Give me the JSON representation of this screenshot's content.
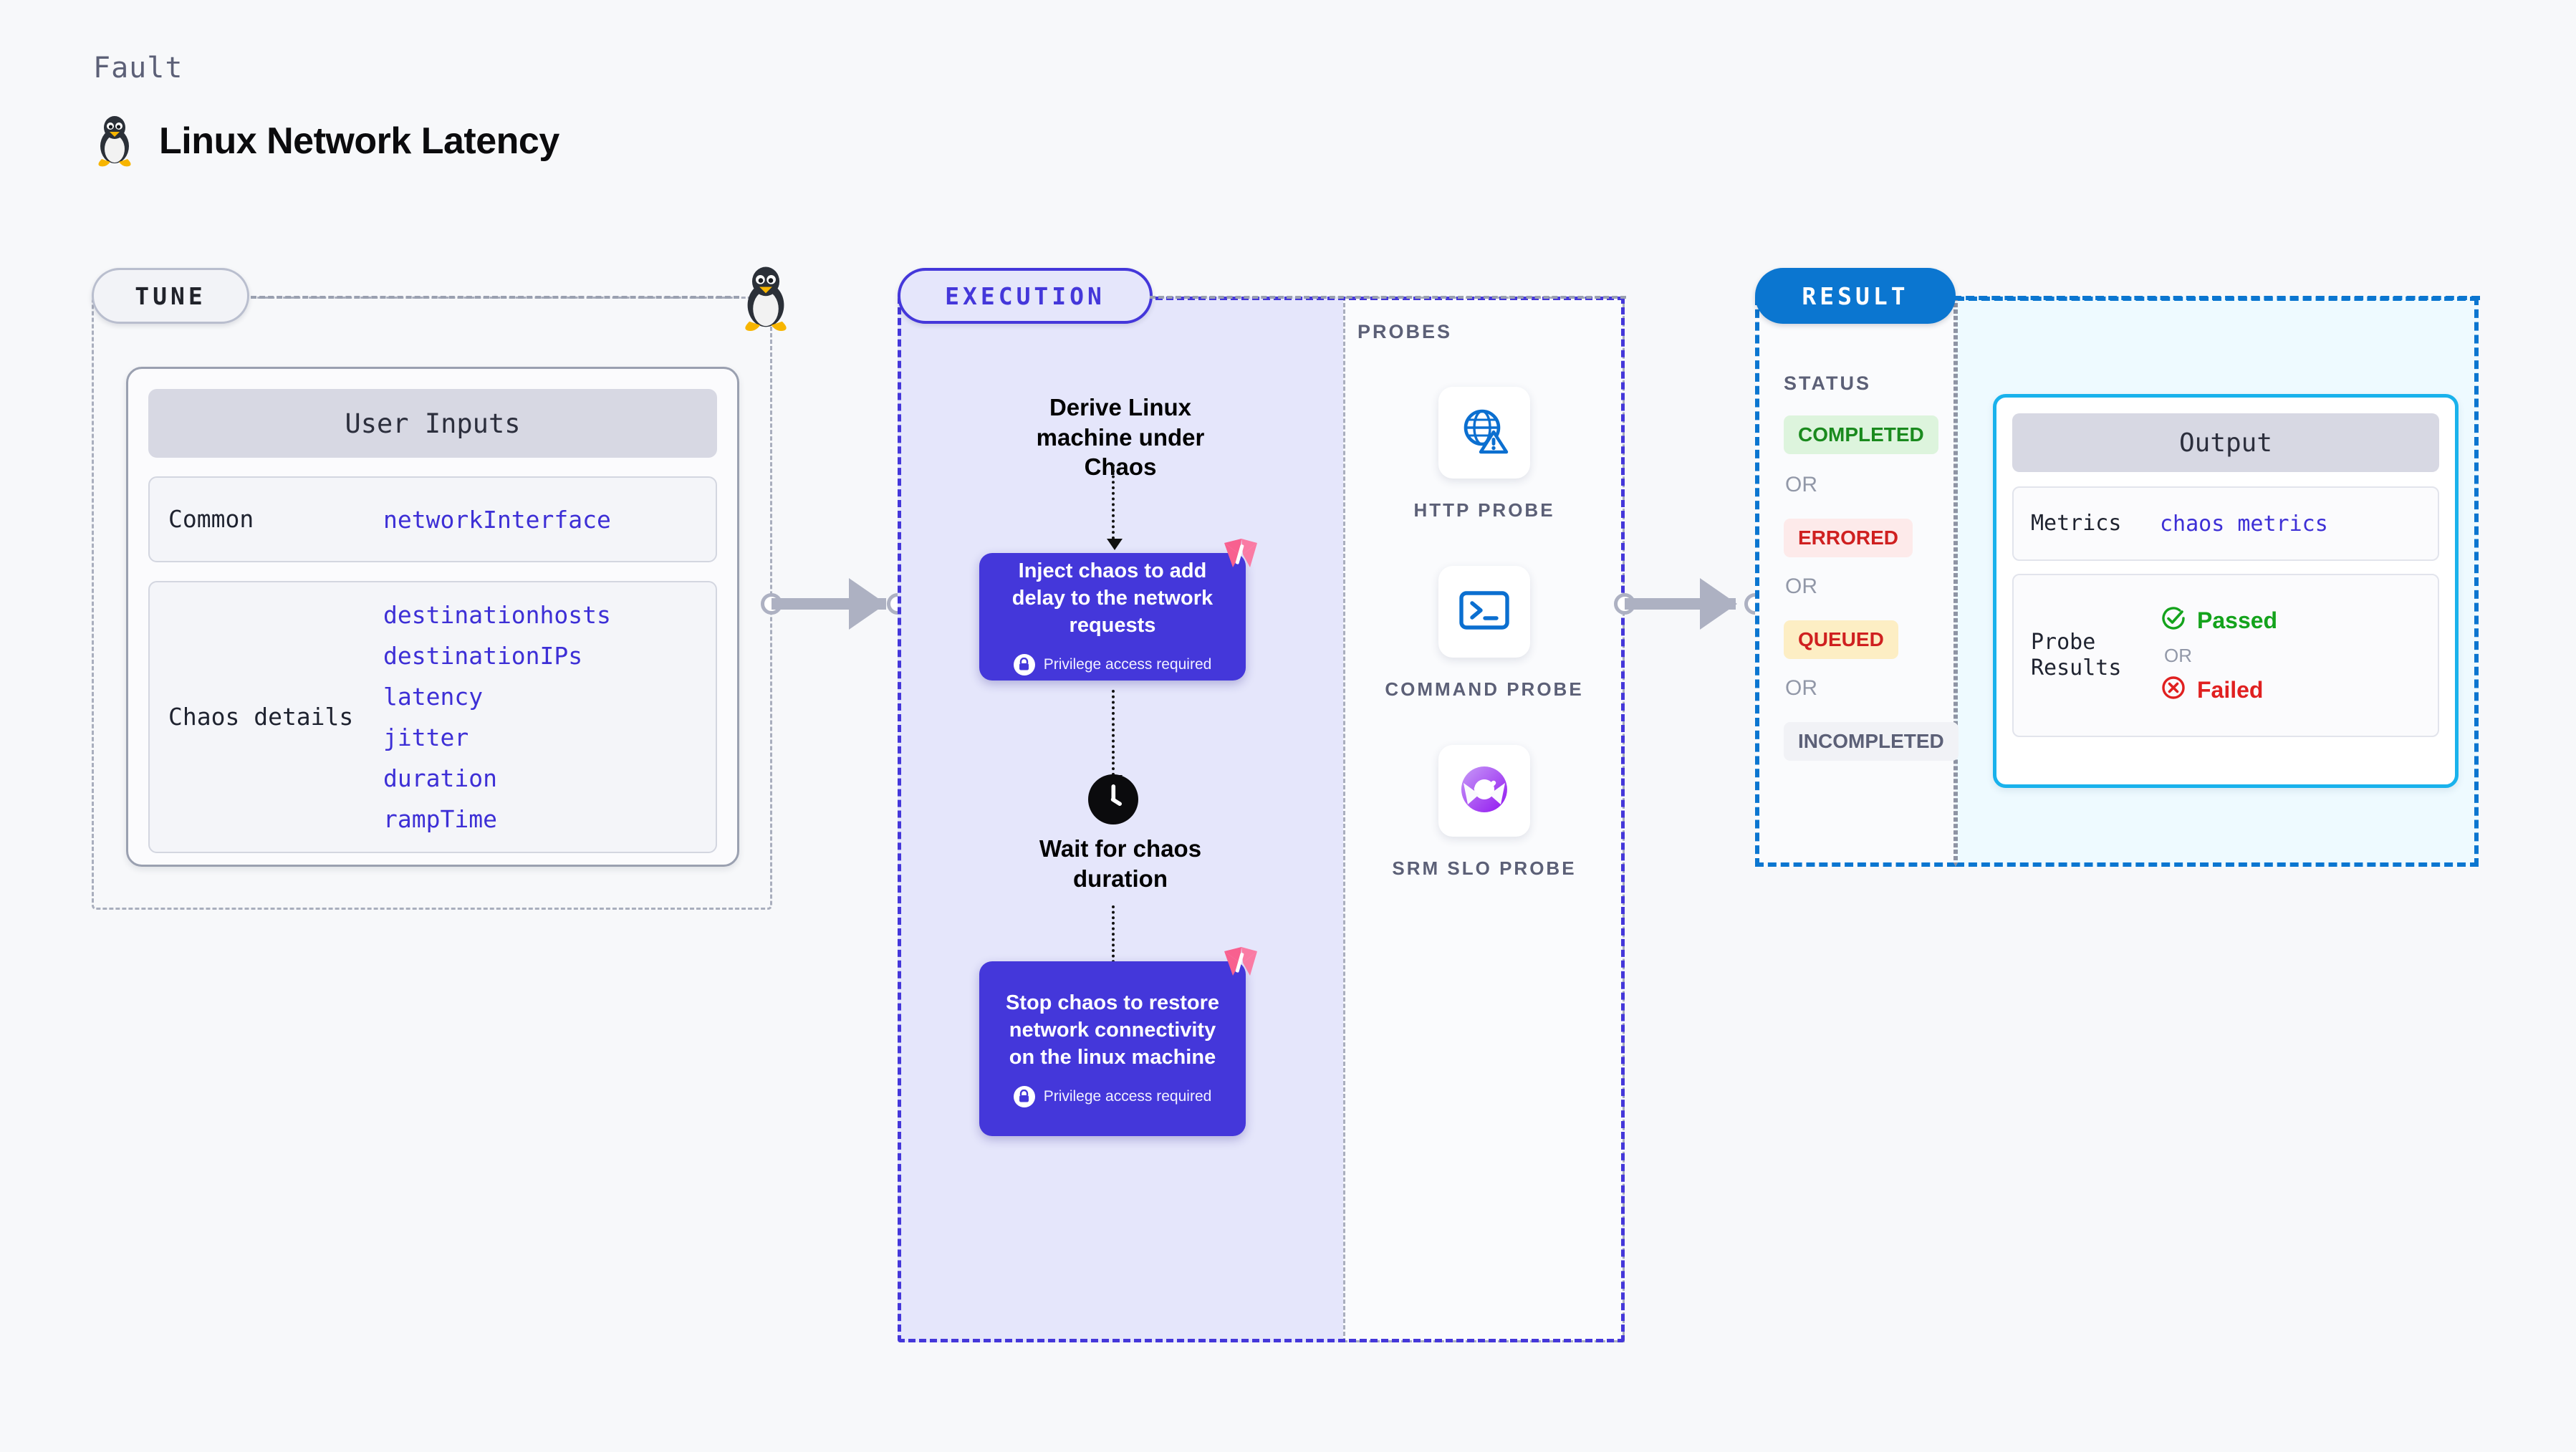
{
  "header": {
    "eyebrow": "Fault",
    "title": "Linux Network Latency",
    "icon": "linux-penguin-icon"
  },
  "tune": {
    "pill_label": "TUNE",
    "side_icon": "linux-penguin-icon",
    "card_title": "User Inputs",
    "rows": [
      {
        "key": "Common",
        "values": [
          "networkInterface"
        ]
      },
      {
        "key": "Chaos details",
        "values": [
          "destinationhosts",
          "destinationIPs",
          "latency",
          "jitter",
          "duration",
          "rampTime"
        ]
      }
    ]
  },
  "execution": {
    "pill_label": "EXECUTION",
    "steps": [
      {
        "type": "text",
        "label": "Derive Linux machine under Chaos"
      },
      {
        "type": "chaos-box",
        "label": "Inject chaos to add delay to the network requests",
        "note": "Privilege access required",
        "note_icon": "lock-icon",
        "corner_icon": "harness-logo-icon"
      },
      {
        "type": "wait",
        "icon": "clock-icon",
        "label": "Wait for chaos duration"
      },
      {
        "type": "chaos-box",
        "label": "Stop chaos to restore network connectivity on the linux machine",
        "note": "Privilege access required",
        "note_icon": "lock-icon",
        "corner_icon": "harness-logo-icon"
      }
    ]
  },
  "probes": {
    "section_label": "PROBES",
    "items": [
      {
        "caption": "HTTP PROBE",
        "icon": "globe-alert-icon"
      },
      {
        "caption": "COMMAND PROBE",
        "icon": "terminal-icon"
      },
      {
        "caption": "SRM SLO PROBE",
        "icon": "slo-donut-check-icon"
      }
    ]
  },
  "result": {
    "pill_label": "RESULT",
    "status_label": "STATUS",
    "or_label": "OR",
    "statuses": [
      {
        "label": "COMPLETED",
        "bg": "#ddf4dd",
        "fg": "#1a8a1e"
      },
      {
        "label": "ERRORED",
        "bg": "#fdeaea",
        "fg": "#cf2020"
      },
      {
        "label": "QUEUED",
        "bg": "#fdeec4",
        "fg": "#cf2020"
      },
      {
        "label": "INCOMPLETED",
        "bg": "#f1f2f6",
        "fg": "#5c6077"
      }
    ],
    "output": {
      "title": "Output",
      "metrics_key": "Metrics",
      "metrics_value": "chaos metrics",
      "probe_results_key": "Probe Results",
      "passed_label": "Passed",
      "failed_label": "Failed",
      "or_label": "OR",
      "passed_icon": "check-circle-icon",
      "failed_icon": "x-circle-icon"
    }
  },
  "colors": {
    "accent_purple": "#4437da",
    "accent_blue": "#0b76d0",
    "accent_cyan": "#19b2ec",
    "pink": "#f8608f",
    "value_blue": "#3d2fd6"
  }
}
